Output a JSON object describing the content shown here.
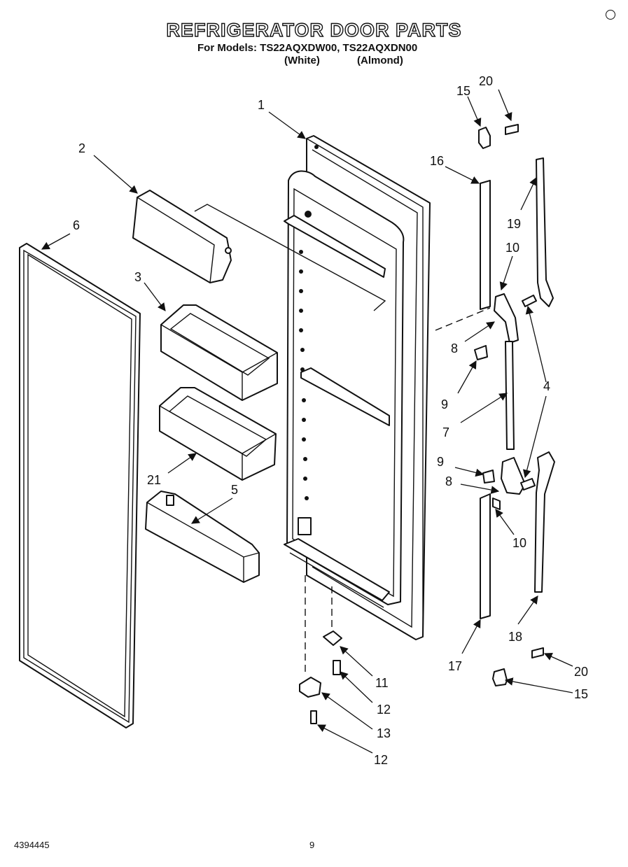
{
  "header": {
    "title": "REFRIGERATOR DOOR PARTS",
    "models_line": "For Models: TS22AQXDW00, TS22AQXDN00",
    "variant_white": "(White)",
    "variant_almond": "(Almond)"
  },
  "footer": {
    "document_number": "4394445",
    "page_number": "9"
  },
  "callouts": [
    "1",
    "2",
    "3",
    "4",
    "5",
    "6",
    "7",
    "8",
    "8",
    "9",
    "9",
    "10",
    "10",
    "11",
    "12",
    "12",
    "13",
    "15",
    "15",
    "16",
    "17",
    "18",
    "19",
    "20",
    "20",
    "21"
  ]
}
